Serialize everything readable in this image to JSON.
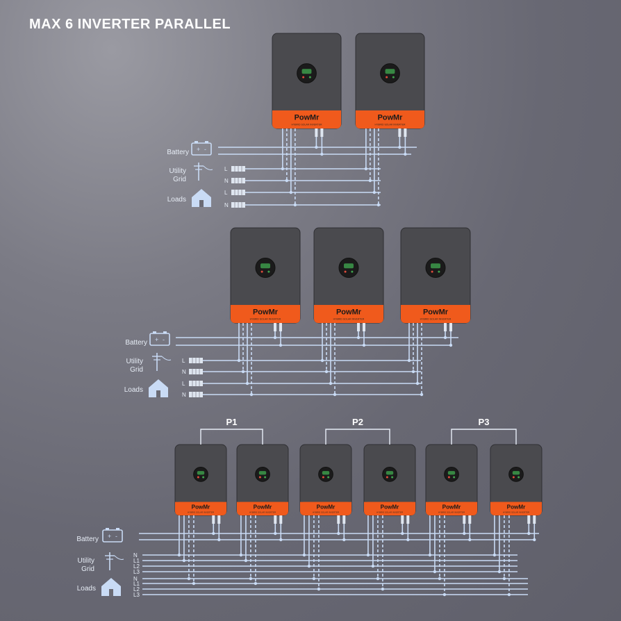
{
  "title": "MAX 6 INVERTER PARALLEL",
  "brand": "PowMr",
  "product_subtitle": "HYBRID SOLAR INVERTER",
  "colors": {
    "inverter_body": "#4a4a4e",
    "inverter_accent": "#f05a1c",
    "wire": "#c9dbf5",
    "display": "#1b1b1b"
  },
  "legend": {
    "battery": "Battery",
    "utility_grid": "Utility Grid",
    "loads": "Loads"
  },
  "terminals_single": [
    "L",
    "N"
  ],
  "terminals_three_phase": [
    "N",
    "L1",
    "L2",
    "L3"
  ],
  "phase_groups": [
    "P1",
    "P2",
    "P3"
  ],
  "configurations": [
    {
      "inverters": 2,
      "phase": "single"
    },
    {
      "inverters": 3,
      "phase": "single"
    },
    {
      "inverters": 6,
      "phase": "three"
    }
  ],
  "icons": [
    "battery-icon",
    "utility-pole-icon",
    "house-icon"
  ]
}
